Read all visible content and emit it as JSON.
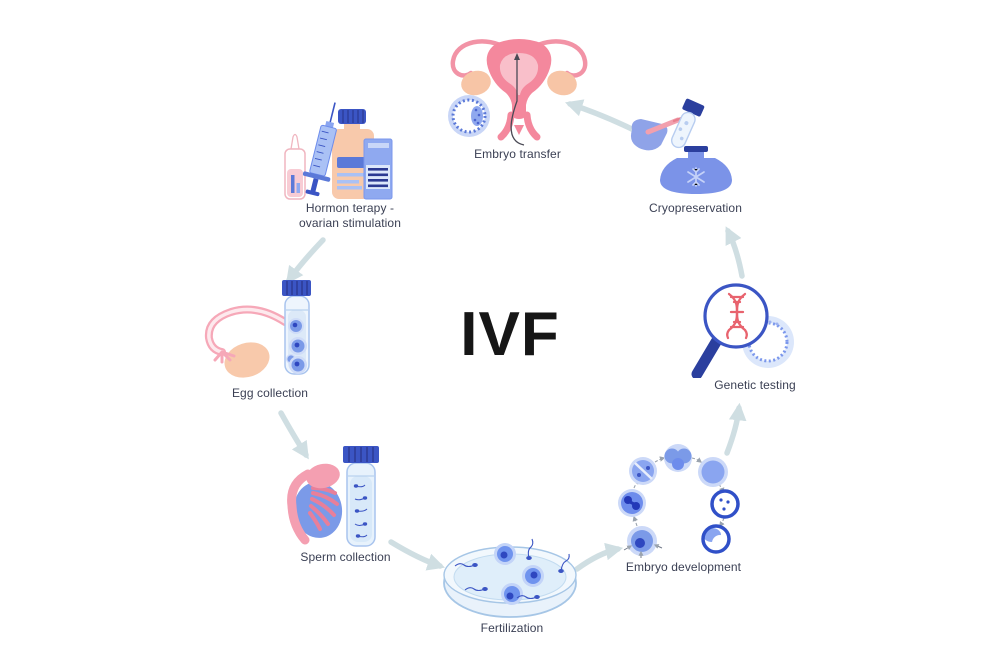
{
  "center_label": "IVF",
  "steps": [
    {
      "id": "hormone-therapy",
      "label_line1": "Hormon terapy -",
      "label_line2": "ovarian stimulation",
      "icon": "syringe-ampoule-medicine-icon"
    },
    {
      "id": "egg-collection",
      "label": "Egg collection",
      "icon": "ovary-test-tube-icon"
    },
    {
      "id": "sperm-collection",
      "label": "Sperm collection",
      "icon": "testicle-test-tube-icon"
    },
    {
      "id": "fertilization",
      "label": "Fertilization",
      "icon": "petri-dish-eggs-sperm-icon"
    },
    {
      "id": "embryo-development",
      "label": "Embryo development",
      "icon": "cell-division-cycle-icon"
    },
    {
      "id": "genetic-testing",
      "label": "Genetic testing",
      "icon": "magnifier-dna-icon"
    },
    {
      "id": "cryopreservation",
      "label": "Cryopreservation",
      "icon": "cryo-tank-test-tube-icon"
    },
    {
      "id": "embryo-transfer",
      "label": "Embryo transfer",
      "icon": "uterus-catheter-blastocyst-icon"
    }
  ],
  "flow": [
    {
      "from": "hormone-therapy",
      "to": "egg-collection"
    },
    {
      "from": "egg-collection",
      "to": "sperm-collection"
    },
    {
      "from": "sperm-collection",
      "to": "fertilization"
    },
    {
      "from": "fertilization",
      "to": "embryo-development"
    },
    {
      "from": "embryo-development",
      "to": "genetic-testing"
    },
    {
      "from": "genetic-testing",
      "to": "cryopreservation"
    },
    {
      "from": "cryopreservation",
      "to": "embryo-transfer"
    }
  ],
  "colors": {
    "arrow": "#cfdee2",
    "label_text": "#3b4054",
    "title_text": "#161616",
    "pink": "#f4889d",
    "pink_light": "#f9bfca",
    "peach": "#f8c9ab",
    "blue_dark": "#2b3f9e",
    "blue_mid": "#7b9ae8",
    "blue_light": "#c9d6f7",
    "blue_pale": "#e9f2fb",
    "dna_red": "#e8636e"
  }
}
